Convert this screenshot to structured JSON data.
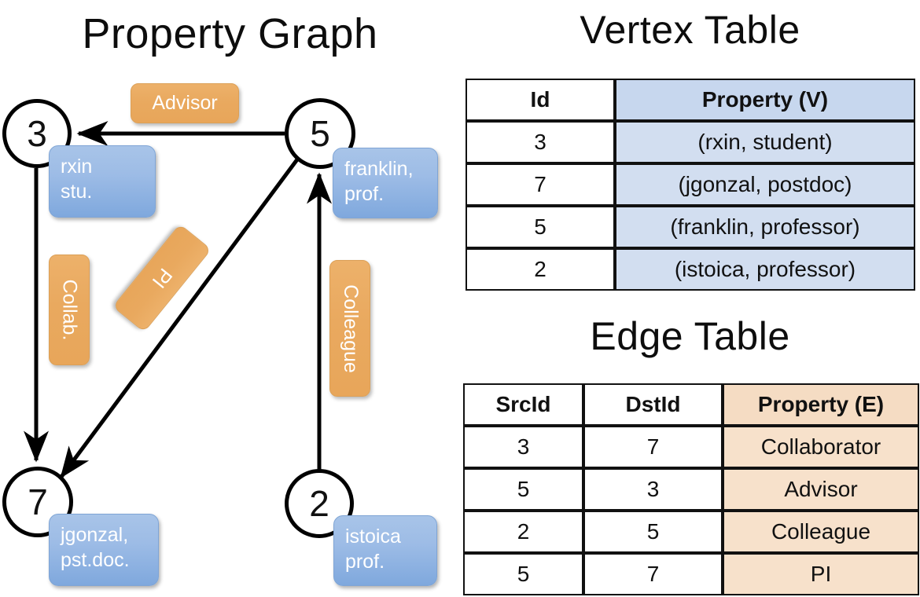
{
  "titles": {
    "property_graph": "Property Graph",
    "vertex_table": "Vertex Table",
    "edge_table": "Edge Table"
  },
  "graph": {
    "nodes": [
      {
        "id": "3",
        "label": "rxin\nstu.",
        "property_line1": "rxin",
        "property_line2": "stu."
      },
      {
        "id": "5",
        "label": "franklin, prof.",
        "property_line1": "franklin,",
        "property_line2": "prof."
      },
      {
        "id": "7",
        "label": "jgonzal, pst.doc.",
        "property_line1": "jgonzal,",
        "property_line2": "pst.doc."
      },
      {
        "id": "2",
        "label": "istoica prof.",
        "property_line1": "istoica",
        "property_line2": "prof."
      }
    ],
    "edge_labels": [
      {
        "name": "advisor",
        "text": "Advisor"
      },
      {
        "name": "collab",
        "text": "Collab."
      },
      {
        "name": "pi",
        "text": "PI"
      },
      {
        "name": "colleague",
        "text": "Colleague"
      }
    ]
  },
  "vertex_table": {
    "columns": [
      "Id",
      "Property (V)"
    ],
    "rows": [
      {
        "id": "3",
        "property": "(rxin, student)"
      },
      {
        "id": "7",
        "property": "(jgonzal, postdoc)"
      },
      {
        "id": "5",
        "property": "(franklin, professor)"
      },
      {
        "id": "2",
        "property": "(istoica, professor)"
      }
    ]
  },
  "edge_table": {
    "columns": [
      "SrcId",
      "DstId",
      "Property (E)"
    ],
    "rows": [
      {
        "src": "3",
        "dst": "7",
        "property": "Collaborator"
      },
      {
        "src": "5",
        "dst": "3",
        "property": "Advisor"
      },
      {
        "src": "2",
        "dst": "5",
        "property": "Colleague"
      },
      {
        "src": "5",
        "dst": "7",
        "property": "PI"
      }
    ]
  },
  "colors": {
    "vertex_box": "#9dbce6",
    "edge_label_box": "#e9a95f",
    "vertex_table_header": "#c7d7ee",
    "vertex_table_cell": "#d2def0",
    "edge_table_header": "#f5dcc3",
    "edge_table_cell": "#f7e1cb",
    "stroke": "#000000",
    "background": "#ffffff"
  }
}
